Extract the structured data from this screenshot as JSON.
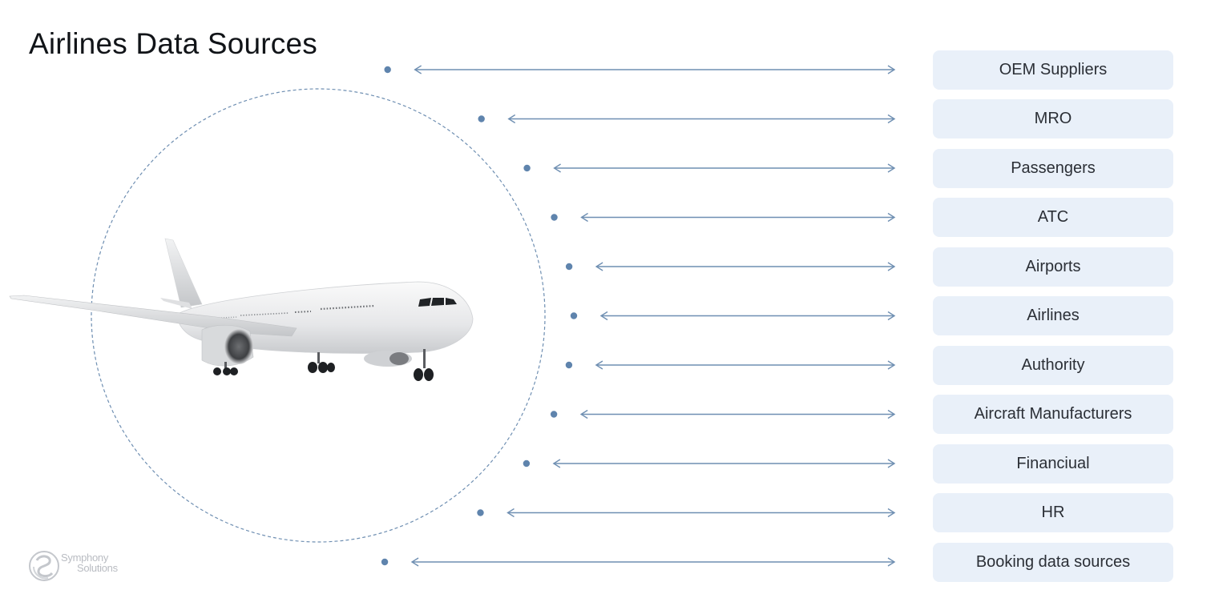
{
  "title": "Airlines Data Sources",
  "center": {
    "image": "airplane-image"
  },
  "sources": [
    "OEM Suppliers",
    "MRO",
    "Passengers",
    "ATC",
    "Airports",
    "Airlines",
    "Authority",
    "Aircraft Manufacturers",
    "Financiual",
    "HR",
    "Booking data sources"
  ],
  "colors": {
    "line": "#6f8fb2",
    "dot": "#5f84ad",
    "box_bg": "#e9f0f9",
    "box_text": "#2b2f36",
    "title": "#111418"
  },
  "logo": {
    "line1": "Symphony",
    "line2": "Solutions"
  }
}
